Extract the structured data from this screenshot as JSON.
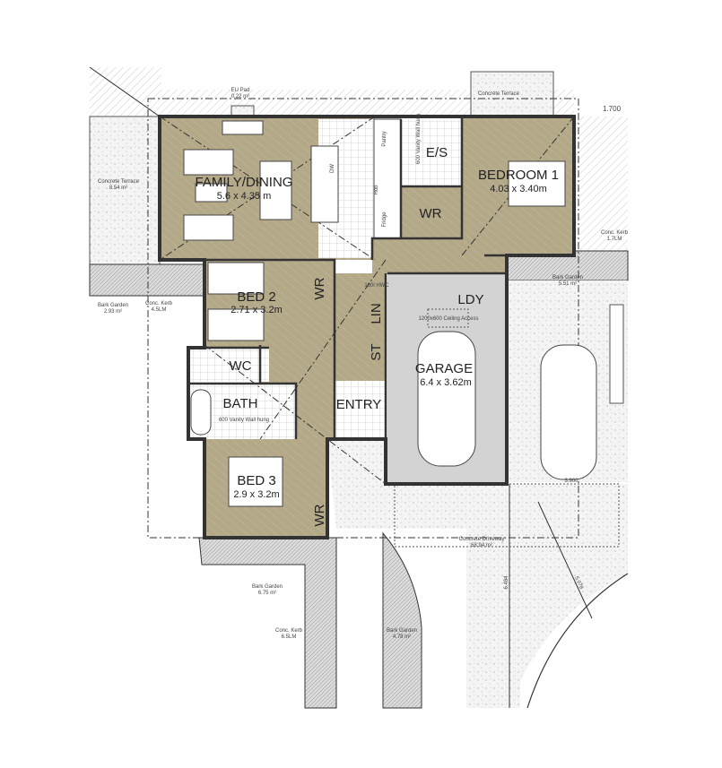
{
  "plan": {
    "colors": {
      "living_floor": "#b5aa8a",
      "wet_tile": "#ffffff",
      "garage": "#d3d3d3",
      "concrete": "#eeeeee",
      "bark": "#cfcfcf",
      "wall": "#333333"
    },
    "rooms": {
      "family": {
        "name": "FAMILY/DINING",
        "dims": "5.6 x 4.35 m"
      },
      "bed1": {
        "name": "BEDROOM 1",
        "dims": "4.03 x 3.40m"
      },
      "ensuite": {
        "name": "E/S"
      },
      "wr1": {
        "name": "WR"
      },
      "bed2": {
        "name": "BED 2",
        "dims": "2.71 x 3.2m"
      },
      "wr2": {
        "name": "WR"
      },
      "wc": {
        "name": "WC"
      },
      "bath": {
        "name": "BATH"
      },
      "entry": {
        "name": "ENTRY"
      },
      "lin": {
        "name": "LIN"
      },
      "st": {
        "name": "ST"
      },
      "ldy": {
        "name": "LDY"
      },
      "garage": {
        "name": "GARAGE",
        "dims": "6.4 x 3.62m"
      },
      "bed3": {
        "name": "BED 3",
        "dims": "2.9 x 3.2m"
      },
      "wr3": {
        "name": "WR"
      }
    },
    "fixtures": {
      "dw": "DW",
      "pantry": "Pantry",
      "fridge": "Fridge",
      "hob": "Hob",
      "vanity_es": "600 Vanity Wall hung",
      "hwc": "180l HWC",
      "vanity_bath": "600 Vanity Wall hung",
      "ceiling_access": "1200x600 Ceiling Access"
    },
    "annotations": {
      "eu_pad": "EU Pad",
      "eu_pad_area": "0.22 m²",
      "terrace_top": "Concrete Terrace",
      "dim_1700": "1.700",
      "terrace_left": "Concrete Terrace",
      "terrace_left_area": "8.54 m²",
      "bark1": "Bark Garden",
      "bark1_area": "2.93 m²",
      "kerb1": "Conc. Kerb",
      "kerb1_len": "4.5LM",
      "kerb2": "Conc. Kerb",
      "kerb2_len": "1.7LM",
      "bark2": "Bark Garden",
      "bark2_area": "5.51 m²",
      "dim_3900": "3.900",
      "driveway": "Concrete Driveway",
      "driveway_area": "68.94 m²",
      "bark3": "Bark Garden",
      "bark3_area": "6.75 m²",
      "kerb3": "Conc. Kerb",
      "kerb3_len": "6.5LM",
      "bark4": "Bark Garden",
      "bark4_area": "4.78 m²",
      "dim_6484": "6.484",
      "dim_5078": "5.078"
    }
  }
}
